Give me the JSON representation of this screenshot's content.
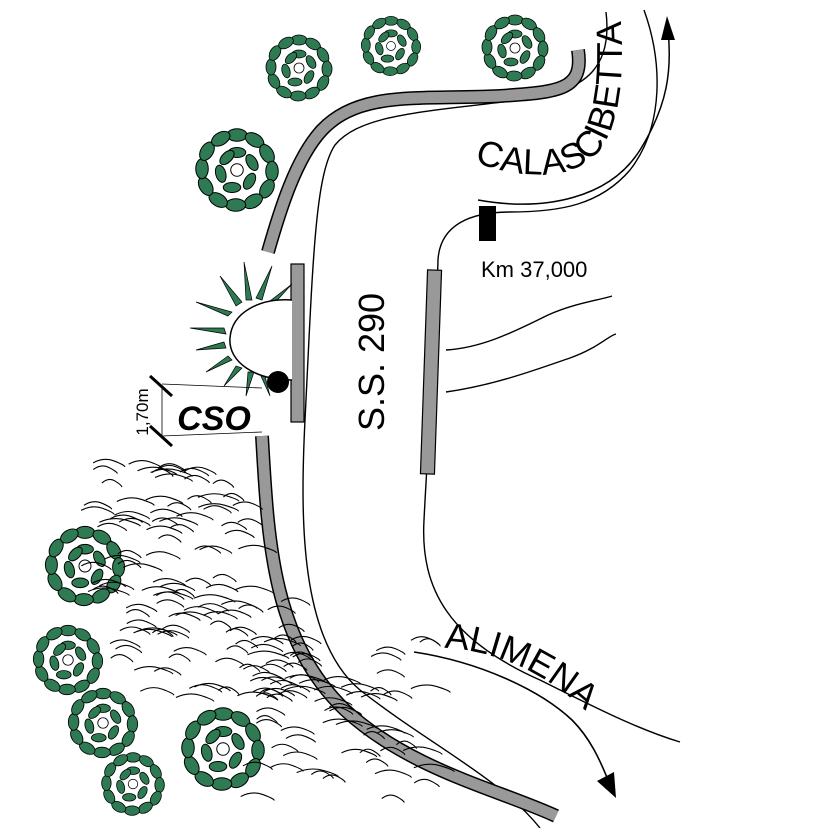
{
  "map": {
    "road_label": "S.S. 290",
    "destination_north": "CALASCIBETTA",
    "destination_south": "ALIMENA",
    "km_marker": "Km 37,000",
    "site_label": "CSO",
    "dimension_label": "1,70m"
  },
  "icons": {
    "tree": "tree-icon",
    "milestone": "milestone-icon",
    "direction_arrow": "arrow-icon"
  },
  "colors": {
    "foliage": "#2e7a52",
    "guardrail": "#999999",
    "line": "#000000",
    "background": "#ffffff"
  }
}
